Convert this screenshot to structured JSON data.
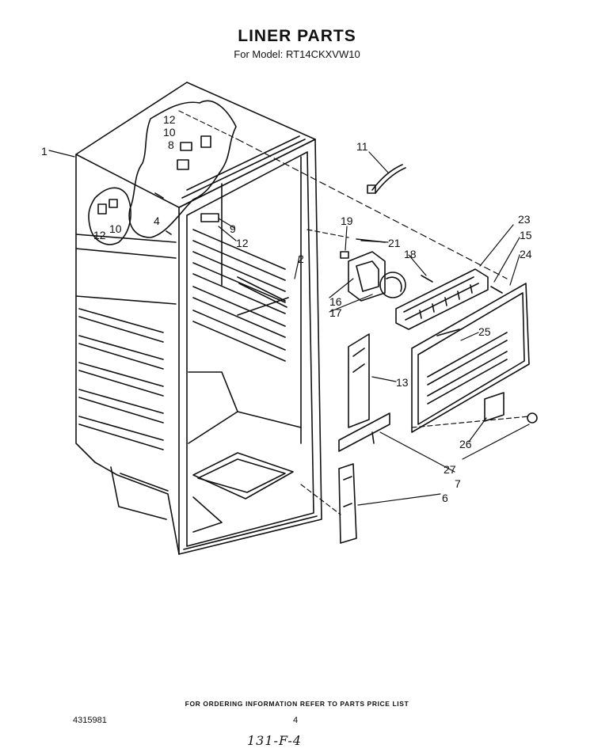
{
  "header": {
    "title": "LINER PARTS",
    "subtitle": "For Model: RT14CKXVW10"
  },
  "callouts": [
    {
      "id": "c1",
      "text": "1"
    },
    {
      "id": "c12a",
      "text": "12"
    },
    {
      "id": "c10a",
      "text": "10"
    },
    {
      "id": "c8",
      "text": "8"
    },
    {
      "id": "c4",
      "text": "4"
    },
    {
      "id": "c12b",
      "text": "12"
    },
    {
      "id": "c10b",
      "text": "10"
    },
    {
      "id": "c9",
      "text": "9"
    },
    {
      "id": "c12c",
      "text": "12"
    },
    {
      "id": "c2",
      "text": "2"
    },
    {
      "id": "c11",
      "text": "11"
    },
    {
      "id": "c19",
      "text": "19"
    },
    {
      "id": "c21",
      "text": "21"
    },
    {
      "id": "c18",
      "text": "18"
    },
    {
      "id": "c16",
      "text": "16"
    },
    {
      "id": "c17",
      "text": "17"
    },
    {
      "id": "c23",
      "text": "23"
    },
    {
      "id": "c15",
      "text": "15"
    },
    {
      "id": "c24",
      "text": "24"
    },
    {
      "id": "c25",
      "text": "25"
    },
    {
      "id": "c13",
      "text": "13"
    },
    {
      "id": "c26",
      "text": "26"
    },
    {
      "id": "c27",
      "text": "27"
    },
    {
      "id": "c7",
      "text": "7"
    },
    {
      "id": "c6",
      "text": "6"
    }
  ],
  "footer": {
    "note": "FOR ORDERING INFORMATION REFER TO PARTS PRICE LIST",
    "doc_number": "4315981",
    "page_number": "4",
    "handwritten": "131-F-4"
  }
}
